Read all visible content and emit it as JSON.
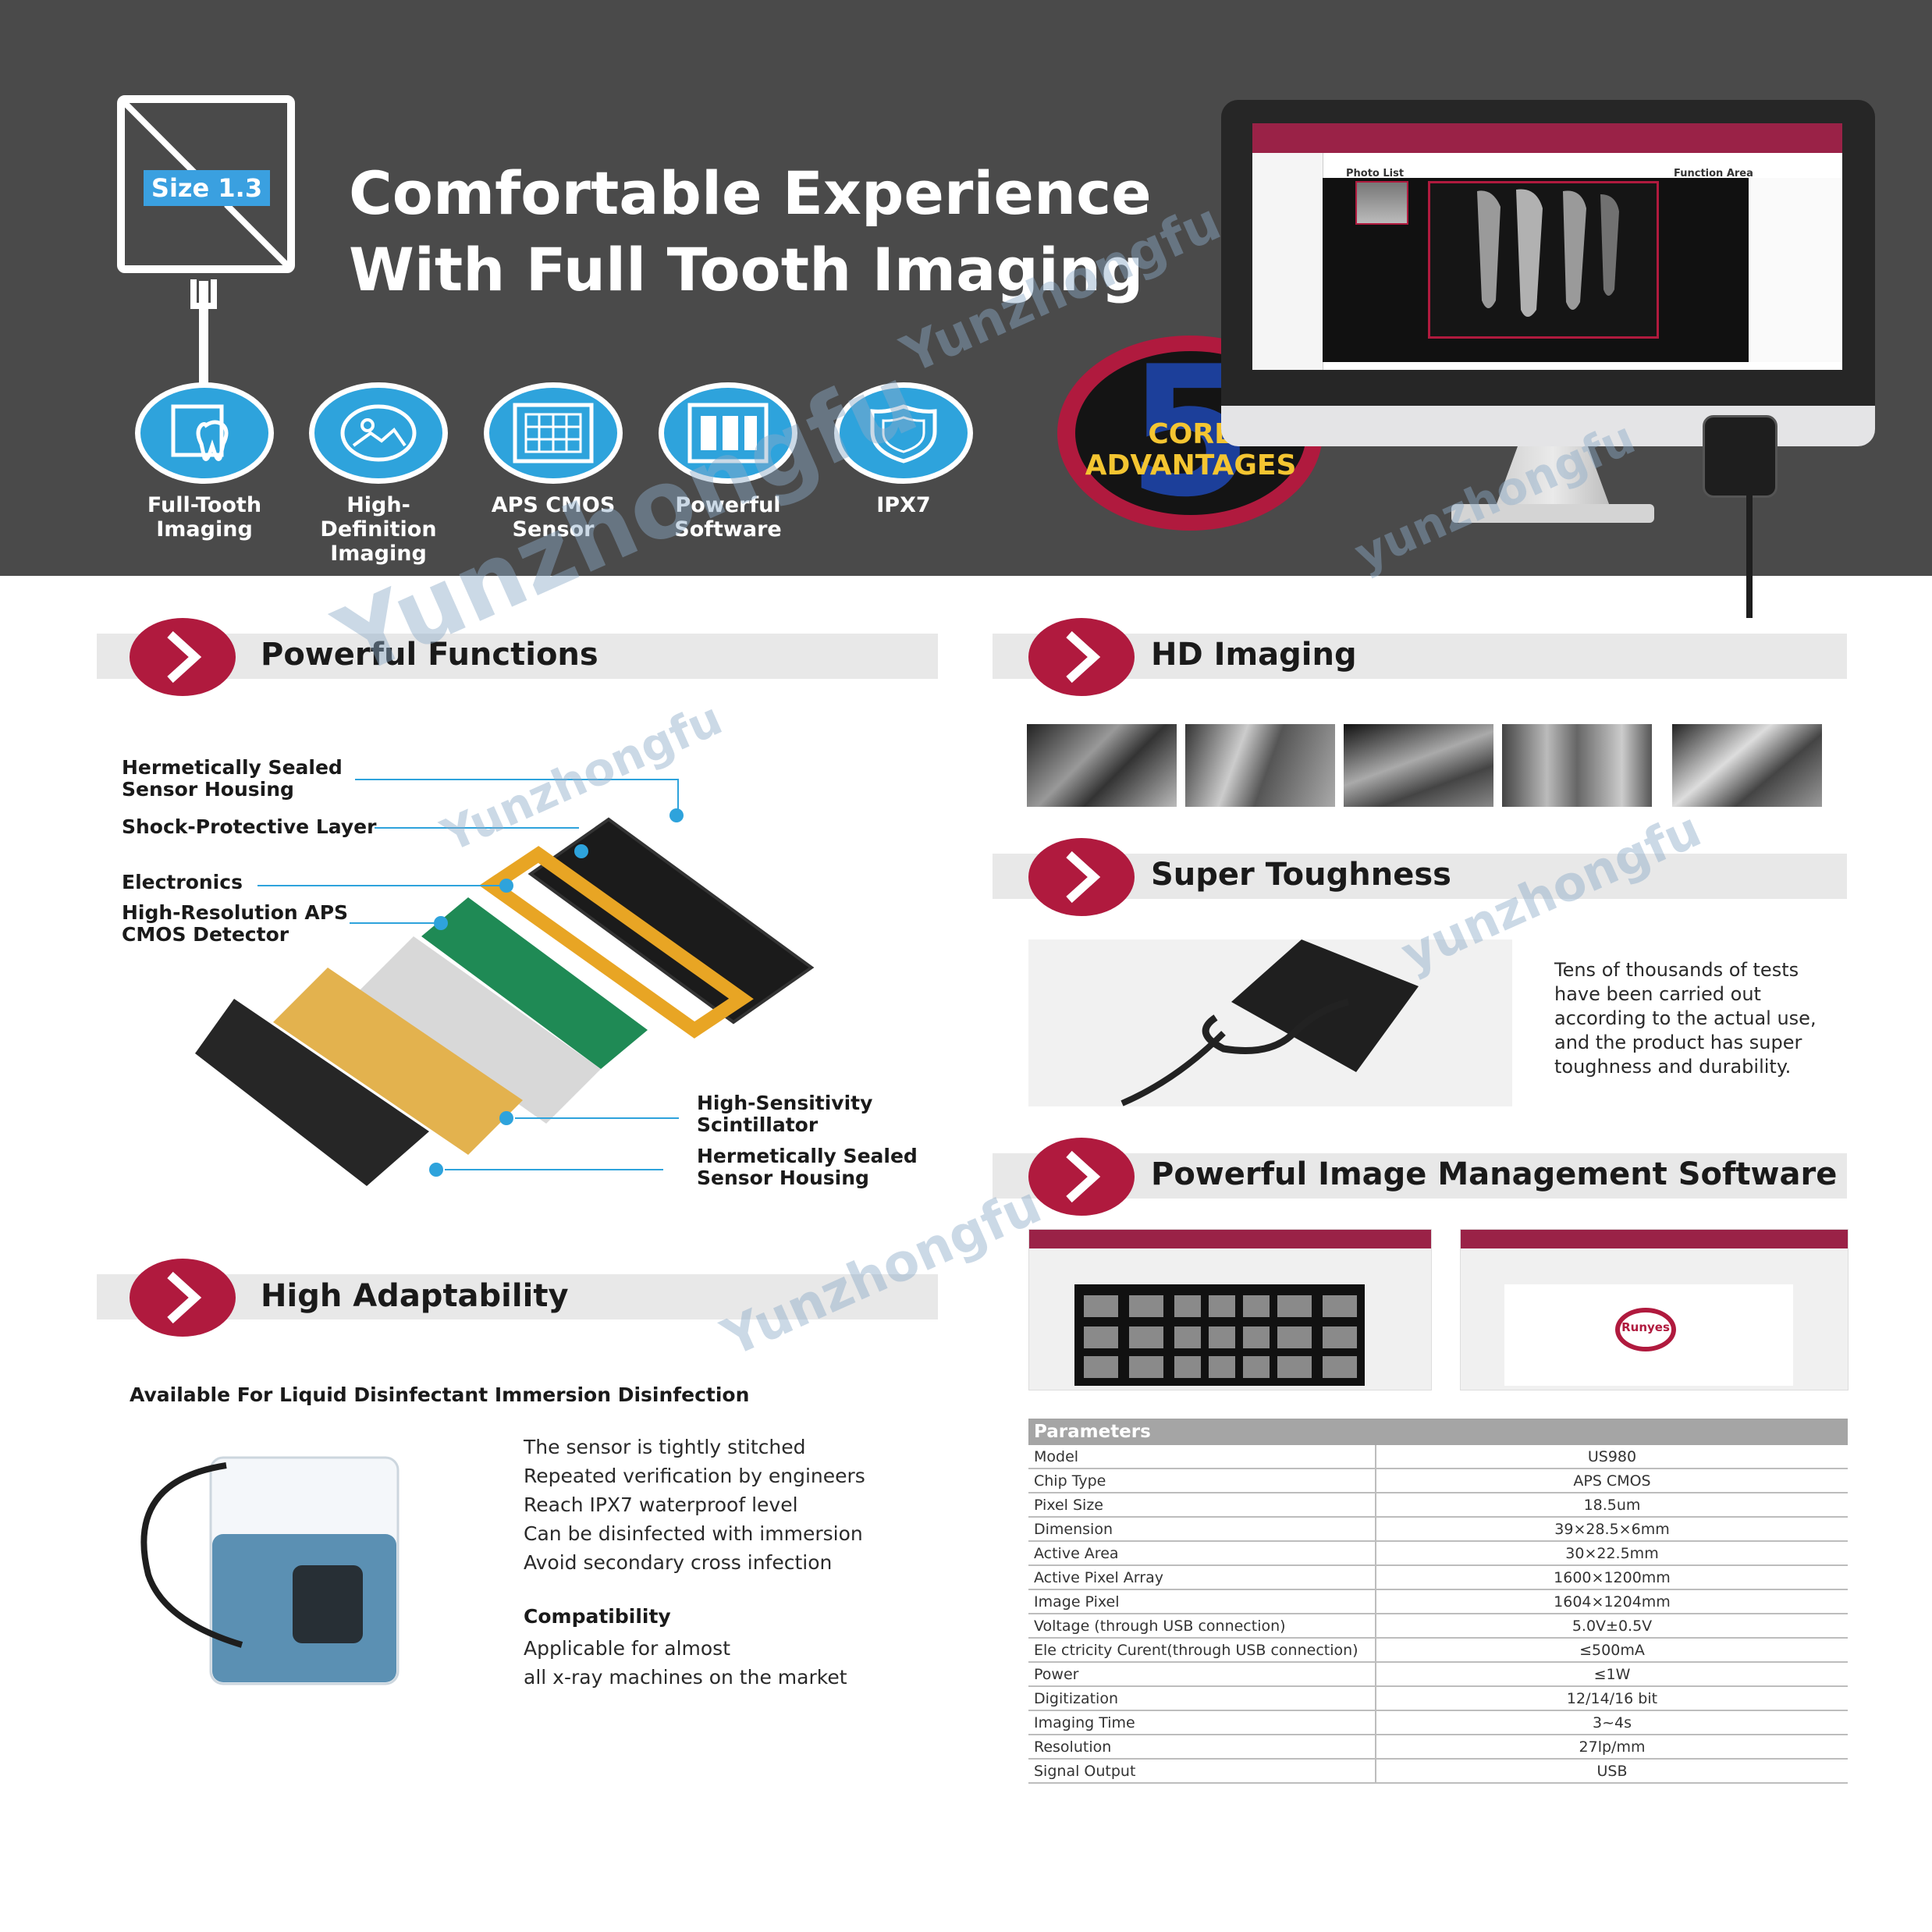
{
  "hero": {
    "size_badge": "Size 1.3",
    "title_line1": "Comfortable Experience",
    "title_line2": "With Full Tooth Imaging",
    "advantages": [
      {
        "line1": "Full-Tooth",
        "line2": "Imaging",
        "icon": "tooth-icon"
      },
      {
        "line1": "High-Definition",
        "line2": "Imaging",
        "icon": "image-icon"
      },
      {
        "line1": "APS CMOS",
        "line2": "Sensor",
        "icon": "chip-grid-icon"
      },
      {
        "line1": "Powerful",
        "line2": "Software",
        "icon": "software-icon"
      },
      {
        "line1": "IPX7",
        "line2": "",
        "icon": "shield-icon"
      }
    ],
    "core_number": "5",
    "core_line1": "CORE",
    "core_line2": "ADVANTAGES"
  },
  "monitor": {
    "photo_list": "Photo List",
    "function_area": "Function Area"
  },
  "functions": {
    "title": "Powerful Functions",
    "labels": [
      {
        "l1": "Hermetically Sealed",
        "l2": "Sensor Housing"
      },
      {
        "l1": "Shock-Protective Layer",
        "l2": ""
      },
      {
        "l1": "Electronics",
        "l2": ""
      },
      {
        "l1": "High-Resolution APS",
        "l2": "CMOS Detector"
      },
      {
        "l1": "High-Sensitivity",
        "l2": "Scintillator"
      },
      {
        "l1": "Hermetically Sealed",
        "l2": "Sensor Housing"
      }
    ]
  },
  "adaptability": {
    "title": "High Adaptability",
    "subtitle": "Available For Liquid Disinfectant Immersion Disinfection",
    "points": [
      "The sensor is tightly stitched",
      "Repeated verification by engineers",
      "Reach IPX7 waterproof level",
      "Can be disinfected with immersion",
      "Avoid secondary cross infection"
    ],
    "compat_title": "Compatibility",
    "compat_line1": "Applicable for almost",
    "compat_line2": "all x-ray machines on the market"
  },
  "hd": {
    "title": "HD Imaging"
  },
  "toughness": {
    "title": "Super Toughness",
    "lines": [
      "Tens of thousands of tests",
      "have been carried out",
      "according to the actual use,",
      "and the product has super",
      "toughness and durability."
    ]
  },
  "software": {
    "title": "Powerful Image Management Software",
    "logo_text": "Runyes"
  },
  "parameters": {
    "header": "Parameters",
    "rows": [
      {
        "k": "Model",
        "v": "US980"
      },
      {
        "k": "Chip Type",
        "v": "APS CMOS"
      },
      {
        "k": "Pixel Size",
        "v": "18.5um"
      },
      {
        "k": "Dimension",
        "v": "39×28.5×6mm"
      },
      {
        "k": "Active Area",
        "v": "30×22.5mm"
      },
      {
        "k": "Active Pixel Array",
        "v": "1600×1200mm"
      },
      {
        "k": "Image Pixel",
        "v": "1604×1204mm"
      },
      {
        "k": "Voltage (through USB connection)",
        "v": "5.0V±0.5V"
      },
      {
        "k": "Ele ctricity Curent(through USB connection)",
        "v": "≤500mA"
      },
      {
        "k": "Power",
        "v": "≤1W"
      },
      {
        "k": "Digitization",
        "v": "12/14/16 bit"
      },
      {
        "k": "Imaging Time",
        "v": "3~4s"
      },
      {
        "k": "Resolution",
        "v": "27lp/mm"
      },
      {
        "k": "Signal Output",
        "v": "USB"
      }
    ]
  },
  "watermark": "Yunzhongfu",
  "watermark_lower": "yunzhongfu",
  "colors": {
    "brand_red": "#b01a3e",
    "accent_blue": "#2ea3dc",
    "hero_bg": "#4a4a4a"
  }
}
